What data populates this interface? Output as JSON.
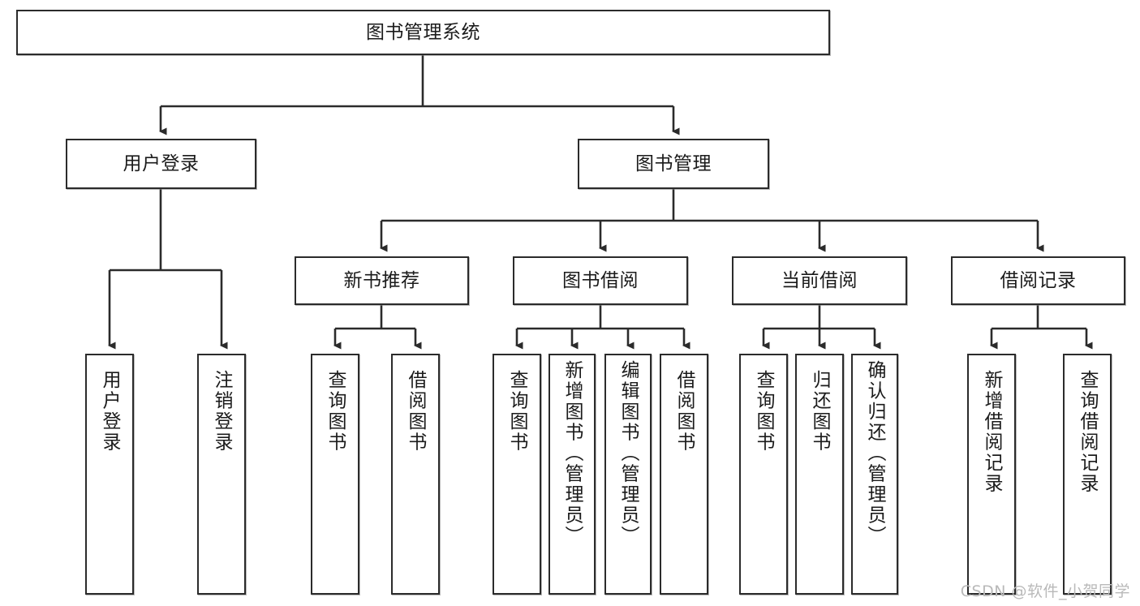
{
  "diagram": {
    "title": "图书管理系统",
    "watermark": "CSDN @软件_小贺同学",
    "stroke_color": "#2b2b2b",
    "box_fill": "#ffffff",
    "text_color": "#1b1b1b",
    "watermark_color": "#b9b9b9",
    "root": {
      "label": "图书管理系统"
    },
    "level2": [
      {
        "label": "用户登录"
      },
      {
        "label": "图书管理"
      }
    ],
    "level3": [
      {
        "label": "新书推荐"
      },
      {
        "label": "图书借阅"
      },
      {
        "label": "当前借阅"
      },
      {
        "label": "借阅记录"
      }
    ],
    "leaves": {
      "user_login": [
        {
          "label": "用户登录"
        },
        {
          "label": "注销登录"
        }
      ],
      "new_book_recommend": [
        {
          "label": "查询图书"
        },
        {
          "label": "借阅图书"
        }
      ],
      "book_borrow": [
        {
          "label": "查询图书"
        },
        {
          "label": "新增图书（管理员）"
        },
        {
          "label": "编辑图书（管理员）"
        },
        {
          "label": "借阅图书"
        }
      ],
      "current_borrow": [
        {
          "label": "查询图书"
        },
        {
          "label": "归还图书"
        },
        {
          "label": "确认归还（管理员）"
        }
      ],
      "borrow_record": [
        {
          "label": "新增借阅记录"
        },
        {
          "label": "查询借阅记录"
        }
      ]
    }
  }
}
